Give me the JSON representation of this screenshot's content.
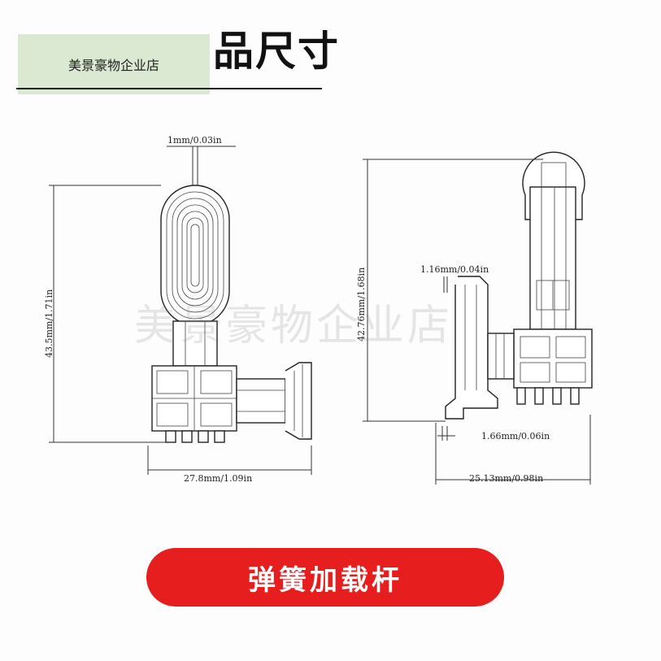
{
  "header": {
    "shop_name": "美景豪物企业店",
    "title_visible": "品尺寸"
  },
  "watermark": "美景豪物企业店",
  "left_view": {
    "width_top": "1mm/0.03in",
    "height": "43.5mm/1.71in",
    "width_bottom": "27.8mm/1.09in"
  },
  "right_view": {
    "height": "42.76mm/1.68in",
    "hook_width": "1.16mm/0.04in",
    "foot_width": "1.66mm/0.06in",
    "width_bottom": "25.13mm/0.98in"
  },
  "banner": {
    "label": "弹簧加载杆"
  }
}
